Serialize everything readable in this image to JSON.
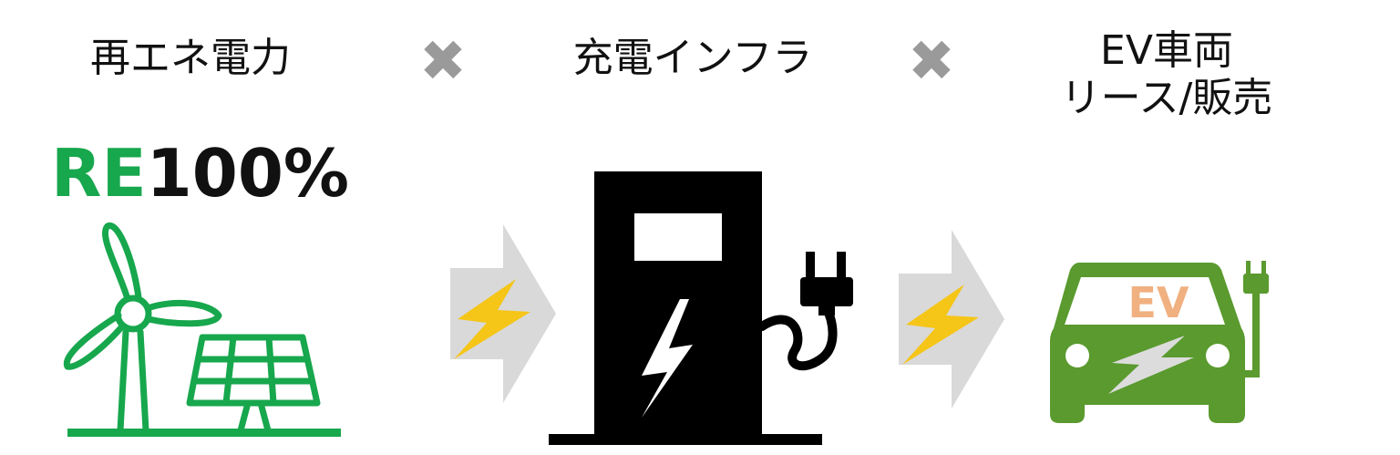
{
  "steps": {
    "renewable": {
      "title": "再エネ電力",
      "badge_re": "RE",
      "badge_rest": "100%"
    },
    "charging": {
      "title": "充電インフラ"
    },
    "ev": {
      "title_line1": "EV車両",
      "title_line2": "リース/販売",
      "car_text": "EV"
    }
  },
  "connectors": {
    "times_symbol": "✖"
  },
  "icons": [
    "wind-turbine-icon",
    "solar-panel-icon",
    "lightning-arrow-icon",
    "charging-station-icon",
    "plug-icon",
    "electric-car-icon"
  ],
  "colors": {
    "green": "#17a74d",
    "car_green": "#5a9a2e",
    "ev_text": "#f0b080",
    "bolt_yellow": "#f5c518",
    "arrow_gray": "#d9d9d9",
    "times_gray": "#9a9a9a",
    "black": "#000000"
  }
}
